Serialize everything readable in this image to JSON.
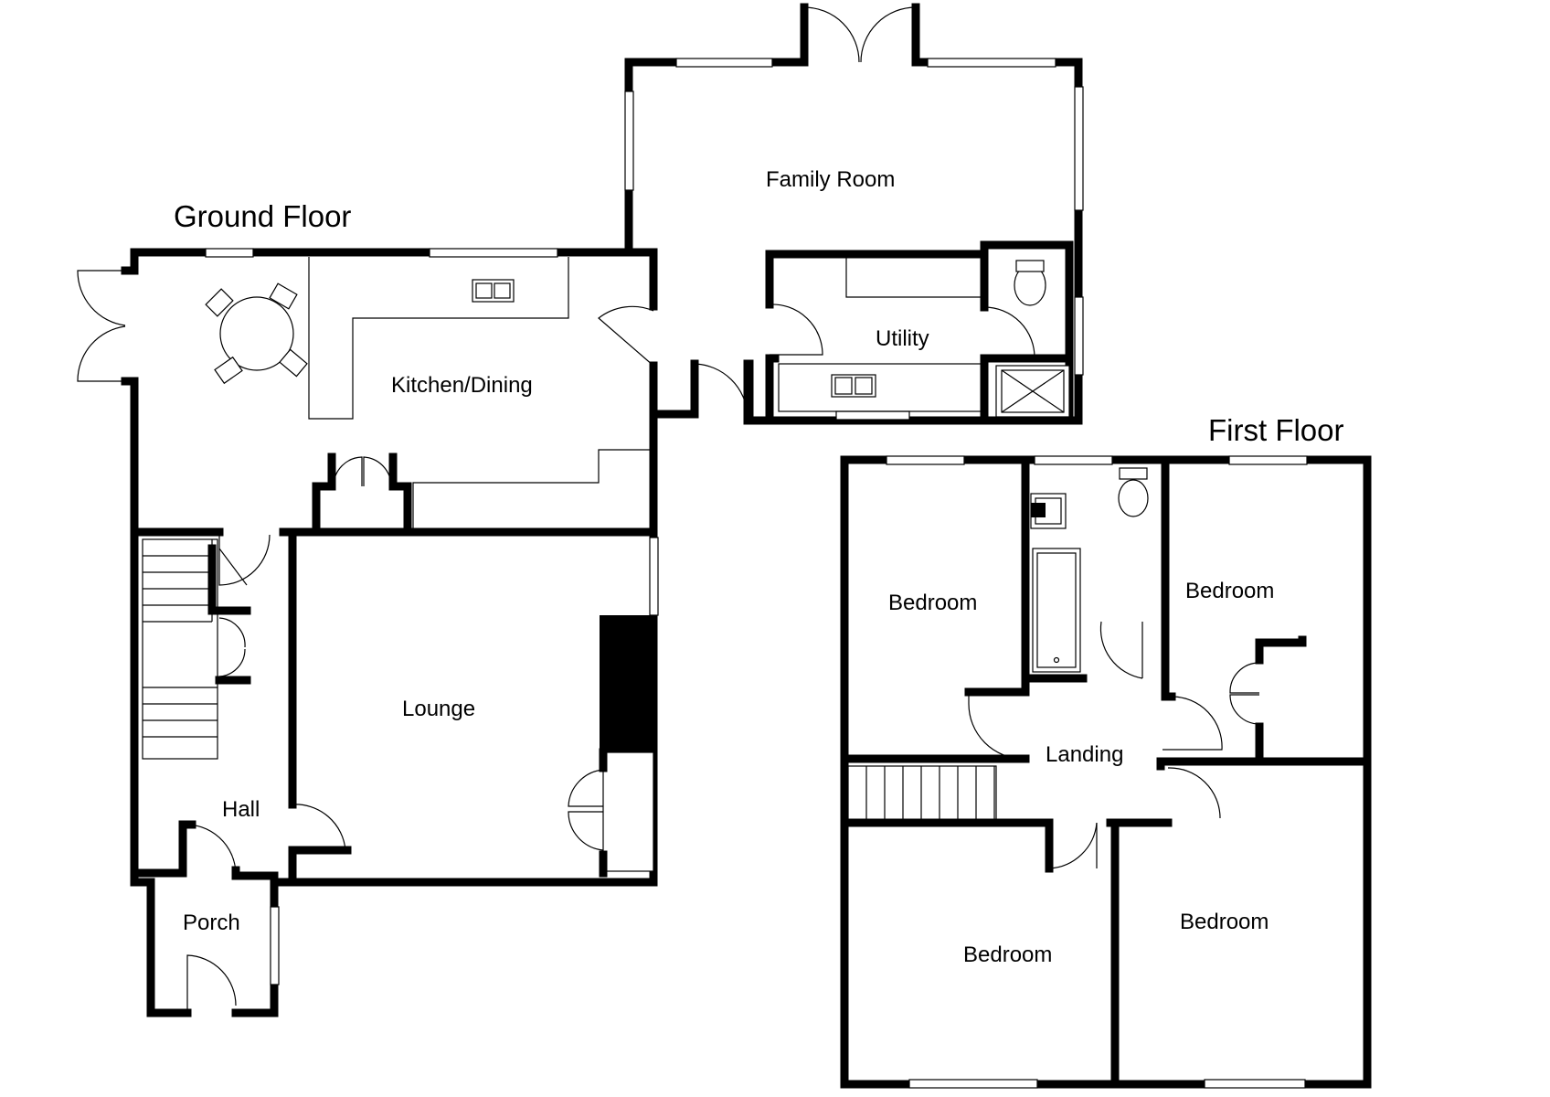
{
  "titles": {
    "ground_floor": "Ground Floor",
    "first_floor": "First Floor"
  },
  "ground_floor_rooms": {
    "family_room": "Family Room",
    "kitchen_dining": "Kitchen/Dining",
    "utility": "Utility",
    "lounge": "Lounge",
    "hall": "Hall",
    "porch": "Porch"
  },
  "first_floor_rooms": {
    "bedroom_top_left": "Bedroom",
    "bedroom_top_right": "Bedroom",
    "landing": "Landing",
    "bedroom_bottom_left": "Bedroom",
    "bedroom_bottom_right": "Bedroom"
  },
  "colors": {
    "wall": "#000000",
    "background": "#ffffff"
  }
}
